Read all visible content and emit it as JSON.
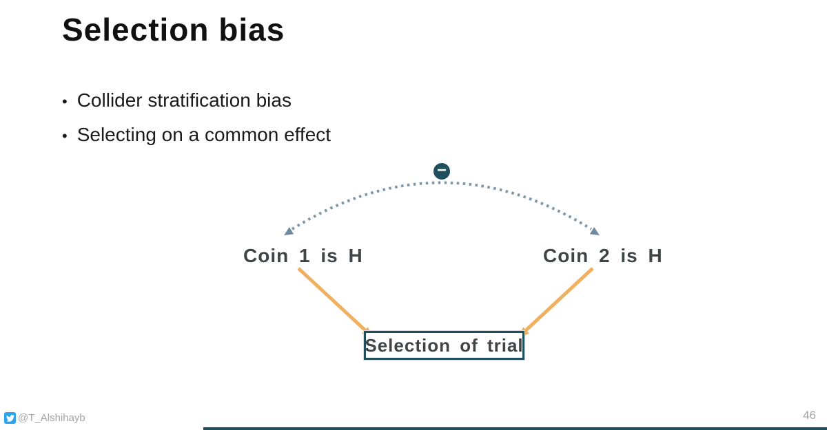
{
  "slide": {
    "title": "Selection bias",
    "bullet_glyph": "•",
    "bullets": [
      {
        "text": "Collider stratification bias"
      },
      {
        "text": "Selecting on a common effect"
      }
    ],
    "page_number": "46"
  },
  "diagram": {
    "minus_sign": "−",
    "left_node_label": "Coin 1 is H",
    "right_node_label": "Coin 2 is H",
    "collider_box_label": "Selection of trial",
    "colors": {
      "dashed_arc": "#7e97a8",
      "arc_arrowhead": "#6f8ba0",
      "minus_circle_fill": "#1f4e5c",
      "box_border": "#1f4e5c",
      "orange_arrow": "#f0b05f",
      "node_text": "#3f4447"
    }
  },
  "footer": {
    "twitter_handle": "@T_Alshihayb",
    "twitter_icon_color": "#29a3ef",
    "accent_bar_color": "#1f4e5c"
  }
}
